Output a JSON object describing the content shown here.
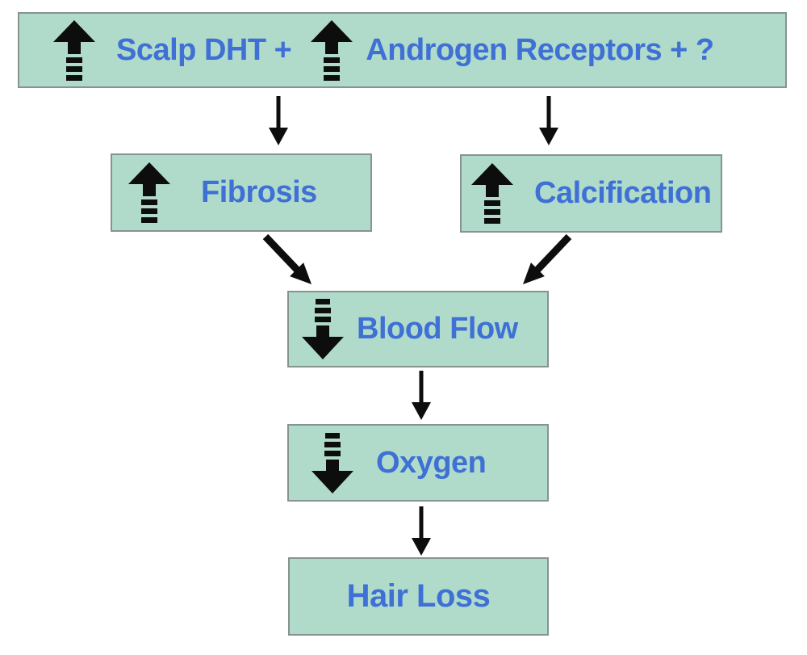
{
  "title": "Hair loss pathway flowchart",
  "colors": {
    "page-bg": "#ffffff",
    "box-fill": "#b0dbca",
    "box-border": "#879390",
    "label-color": "#3e70d5",
    "arrow-color": "#0d0d0d"
  },
  "nodes": {
    "scalp_dht": {
      "label": "Scalp DHT +",
      "trend": "increase"
    },
    "androgen_receptors": {
      "label": "Androgen Receptors + ?",
      "trend": "increase"
    },
    "fibrosis": {
      "label": "Fibrosis",
      "trend": "increase"
    },
    "calcification": {
      "label": "Calcification",
      "trend": "increase"
    },
    "blood_flow": {
      "label": "Blood Flow",
      "trend": "decrease"
    },
    "oxygen": {
      "label": "Oxygen",
      "trend": "decrease"
    },
    "hair_loss": {
      "label": "Hair Loss",
      "trend": "none"
    }
  },
  "edges": [
    {
      "from": "scalp_dht",
      "to": "fibrosis"
    },
    {
      "from": "androgen_receptors",
      "to": "calcification"
    },
    {
      "from": "fibrosis",
      "to": "blood_flow"
    },
    {
      "from": "calcification",
      "to": "blood_flow"
    },
    {
      "from": "blood_flow",
      "to": "oxygen"
    },
    {
      "from": "oxygen",
      "to": "hair_loss"
    }
  ]
}
